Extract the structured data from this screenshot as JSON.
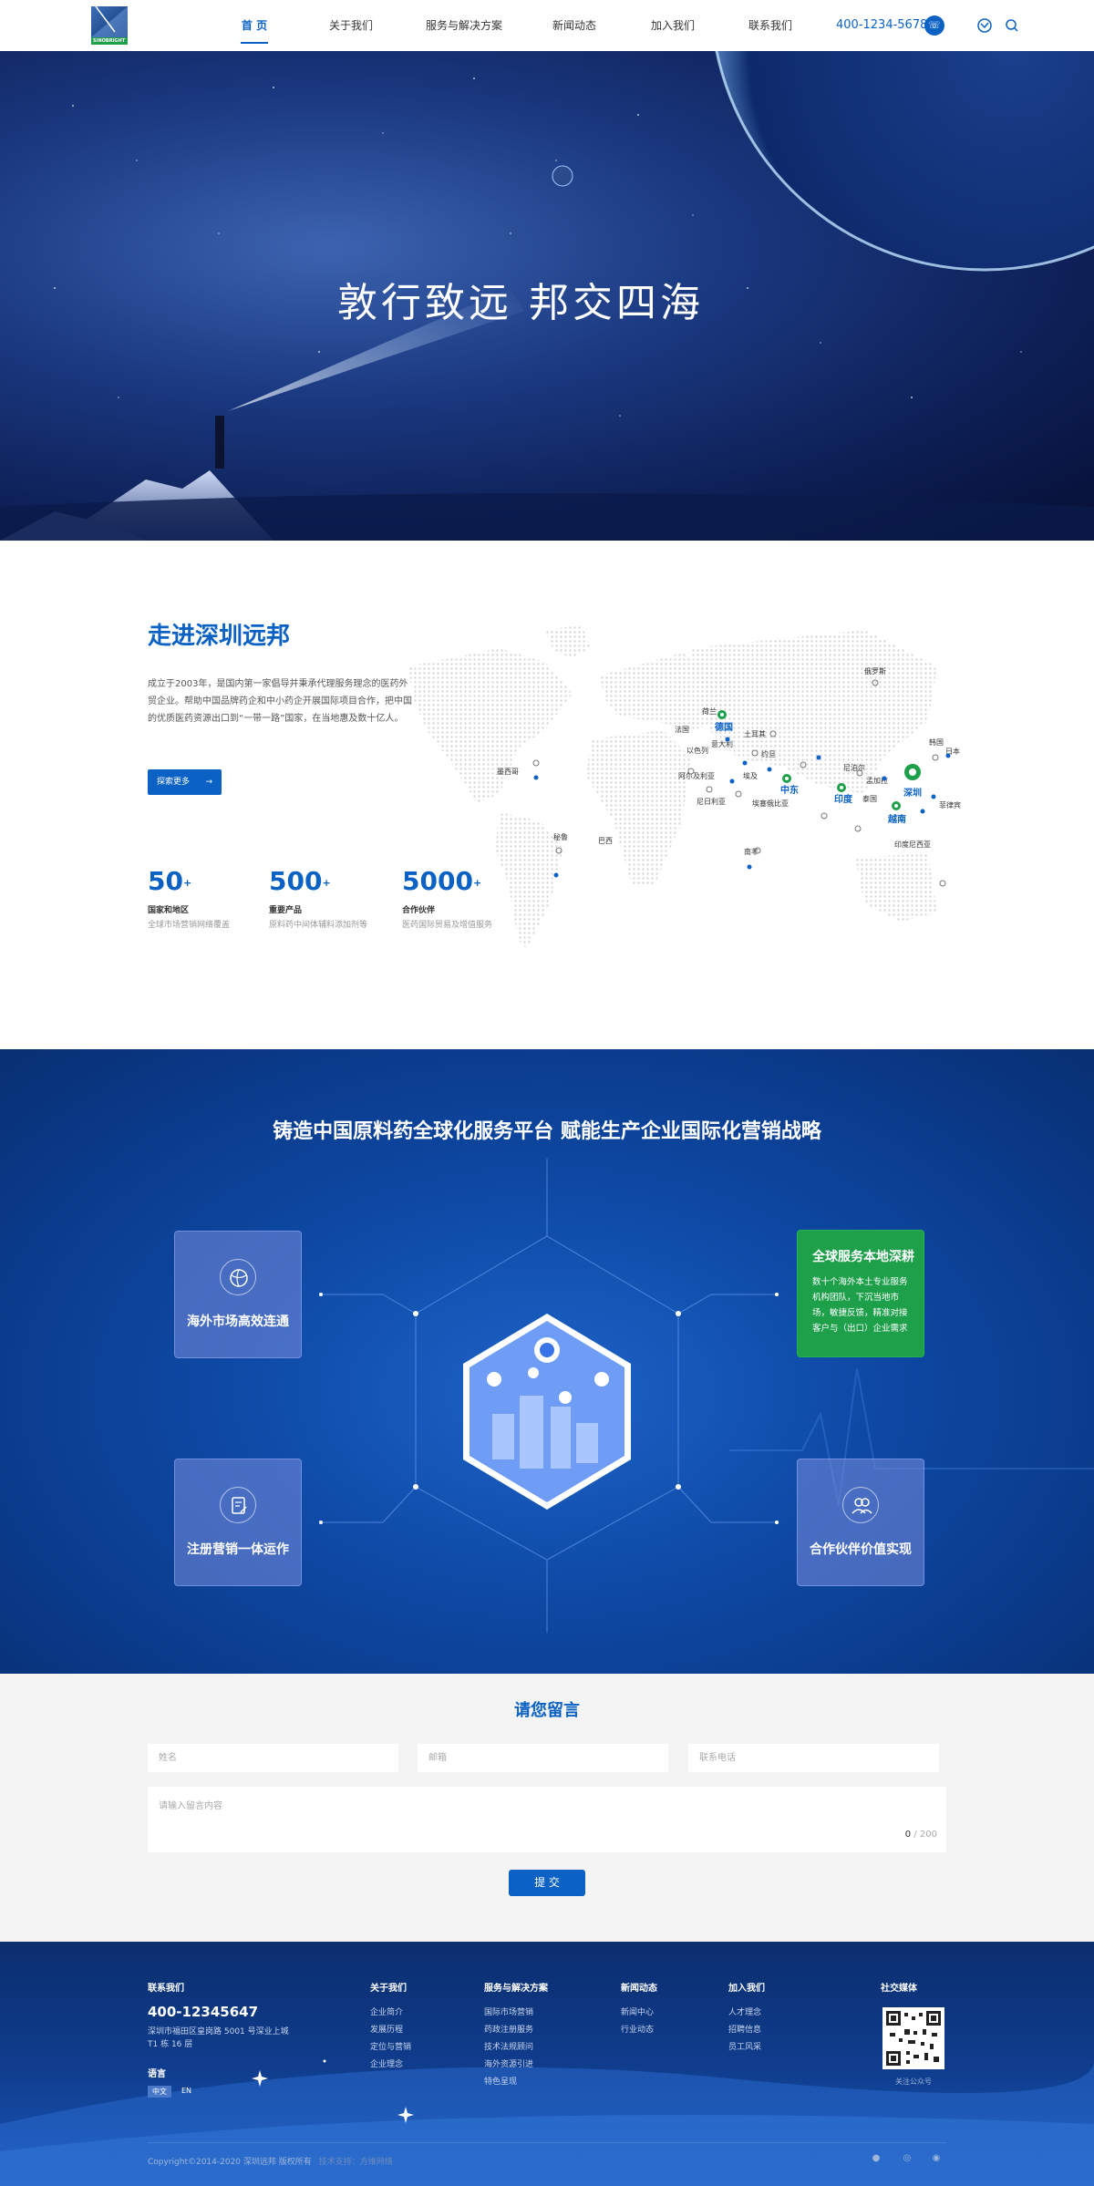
{
  "header": {
    "nav": [
      {
        "label": "首 页",
        "active": true
      },
      {
        "label": "关于我们"
      },
      {
        "label": "服务与解决方案"
      },
      {
        "label": "新闻动态"
      },
      {
        "label": "加入我们"
      },
      {
        "label": "联系我们"
      }
    ],
    "phone": "400-1234-5678",
    "logo_text": "SINOBRIGHT"
  },
  "hero": {
    "slogan": "敦行致远  邦交四海"
  },
  "about": {
    "title": "走进深圳远邦",
    "desc": "成立于2003年，是国内第一家倡导并秉承代理服务理念的医药外贸企业。帮助中国品牌药企和中小药企开展国际项目合作，把中国的优质医药资源出口到“一带一路”国家，在当地惠及数十亿人。",
    "more_btn": "探索更多",
    "stats": [
      {
        "num": "50",
        "sup": "+",
        "label": "国家和地区",
        "sub": "全球市场营销网络覆盖"
      },
      {
        "num": "500",
        "sup": "+",
        "label": "重要产品",
        "sub": "原料药中间体辅料添加剂等"
      },
      {
        "num": "5000",
        "sup": "+",
        "label": "合作伙伴",
        "sub": "医药国际贸易及增值服务"
      }
    ],
    "map_cities": [
      "俄罗斯",
      "德国",
      "荷兰",
      "法国",
      "意大利",
      "土耳其",
      "约旦",
      "以色列",
      "埃及",
      "阿尔及利亚",
      "尼日利亚",
      "埃塞俄比亚",
      "中东",
      "尼泊尔",
      "孟加拉",
      "印度",
      "泰国",
      "越南",
      "深圳",
      "韩国",
      "日本",
      "菲律宾",
      "印度尼西亚",
      "南非",
      "墨西哥",
      "秘鲁",
      "巴西"
    ]
  },
  "services": {
    "title": "铸造中国原料药全球化服务平台    赋能生产企业国际化营销战略",
    "cards": [
      {
        "title": "海外市场高效连通",
        "icon": "globe-icon"
      },
      {
        "title": "全球服务本地深耕",
        "desc": "数十个海外本土专业服务机构团队，下沉当地市场，敏捷反馈，精准对接客户与（出口）企业需求"
      },
      {
        "title": "注册营销一体运作",
        "icon": "document-edit-icon"
      },
      {
        "title": "合作伙伴价值实现",
        "icon": "users-icon"
      }
    ]
  },
  "message": {
    "title": "请您留言",
    "name_ph": "姓名",
    "email_ph": "邮箱",
    "phone_ph": "联系电话",
    "content_ph": "请输入留言内容",
    "count_cur": "0",
    "count_max": " / 200",
    "submit": "提 交"
  },
  "footer": {
    "contact_title": "联系我们",
    "phone": "400-12345647",
    "address": "深圳市福田区皇岗路 5001 号深业上城 T1 栋 16 层",
    "lang_title": "语言",
    "lang_zh": "中文",
    "lang_en": "EN",
    "cols": [
      {
        "title": "关于我们",
        "items": [
          "企业简介",
          "发展历程",
          "定位与营销",
          "企业理念"
        ]
      },
      {
        "title": "服务与解决方案",
        "items": [
          "国际市场营销",
          "药政注册服务",
          "技术法规顾问",
          "海外资源引进",
          "特色呈现"
        ]
      },
      {
        "title": "新闻动态",
        "items": [
          "新闻中心",
          "行业动态"
        ]
      },
      {
        "title": "加入我们",
        "items": [
          "人才理念",
          "招聘信息",
          "员工风采"
        ]
      }
    ],
    "social_title": "社交媒体",
    "qr_caption": "关注公众号",
    "copyright": "Copyright©2014-2020 深圳远邦 版权所有",
    "tech": "技术支持：方维网络"
  },
  "colors": {
    "brand": "#0b62c4",
    "green": "#1ea04b",
    "navy": "#0a3a8a"
  }
}
